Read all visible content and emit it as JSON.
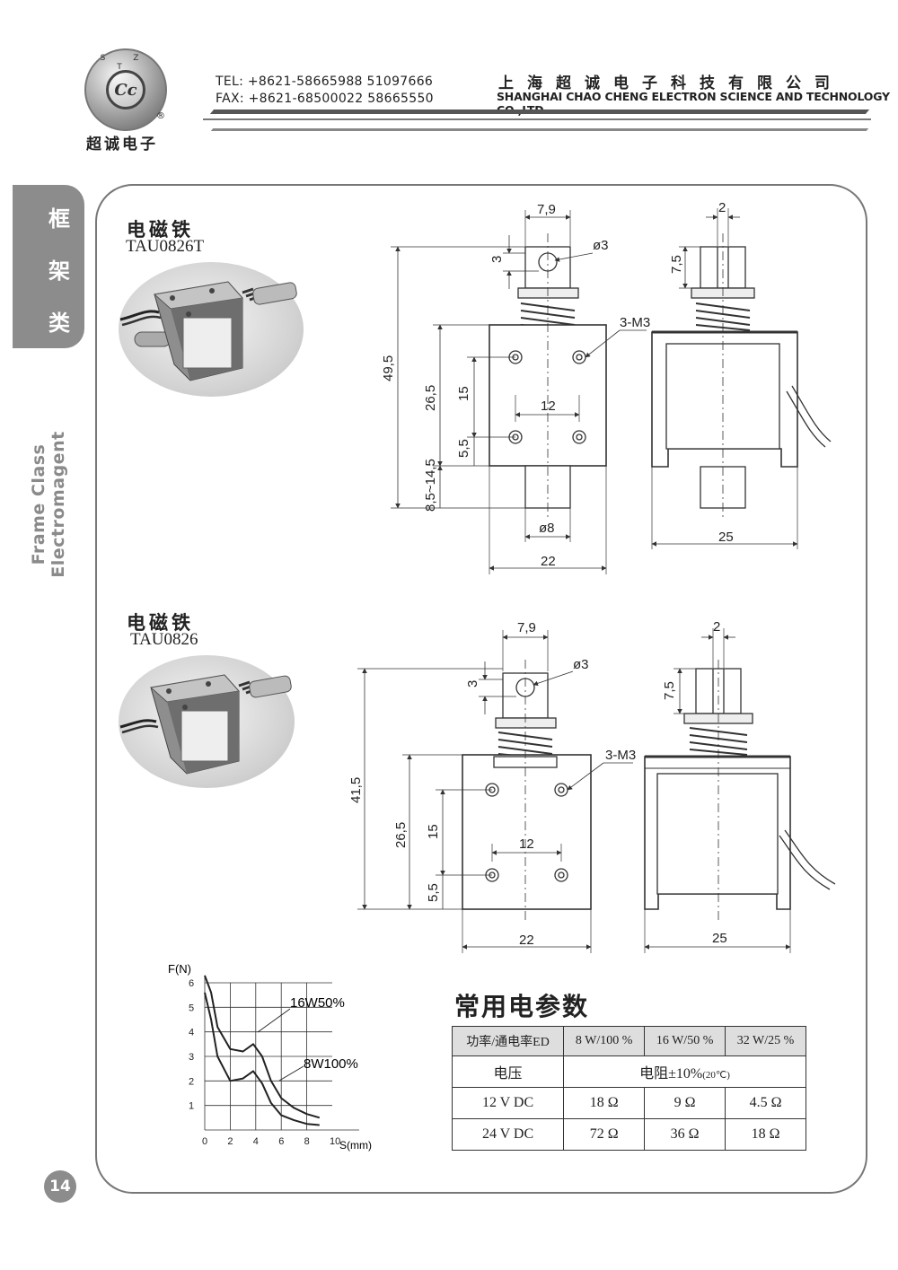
{
  "header": {
    "logo_letters": "S Z T",
    "logo_monogram": "Cc",
    "registered_mark": "®",
    "brand_cn": "超诚电子",
    "tel": "TEL: +8621-58665988  51097666",
    "fax": "FAX: +8621-68500022  58665550",
    "company_cn": "上海超诚电子科技有限公司",
    "company_en": "SHANGHAI CHAO CHENG ELECTRON SCIENCE AND TECHNOLOGY CO.,LTD."
  },
  "side_tab": {
    "chars": [
      "框",
      "架",
      "类"
    ],
    "vertical_label": "Frame Class Electromagent"
  },
  "page_number": "14",
  "products": [
    {
      "title": "电磁铁",
      "model": "TAU0826T",
      "dims": {
        "pin_width": "7,9",
        "hole_dia": "ø3",
        "hole_offset": "3",
        "total_height": "49,5",
        "body_height": "26,5",
        "hole_spacing_v": "15",
        "hole_bottom": "5,5",
        "stroke": "8,5~14,5",
        "hole_spacing_h": "12",
        "plunger_dia": "ø8",
        "body_width": "22",
        "screw": "3-M3",
        "slot": "2",
        "slot_depth": "7,5",
        "side_width": "25"
      }
    },
    {
      "title": "电磁铁",
      "model": "TAU0826",
      "dims": {
        "pin_width": "7,9",
        "hole_dia": "ø3",
        "hole_offset": "3",
        "total_height": "41,5",
        "body_height": "26,5",
        "hole_spacing_v": "15",
        "hole_bottom": "5,5",
        "hole_spacing_h": "12",
        "body_width": "22",
        "screw": "3-M3",
        "slot": "2",
        "slot_depth": "7,5",
        "side_width": "25"
      }
    }
  ],
  "force_chart": {
    "chart_data": {
      "type": "line",
      "ylabel": "F(N)",
      "xlabel": "S(mm)",
      "x_ticks": [
        "0",
        "2",
        "4",
        "6",
        "8",
        "10"
      ],
      "y_ticks": [
        "1",
        "2",
        "3",
        "4",
        "5",
        "6"
      ],
      "xlim": [
        0,
        10
      ],
      "ylim": [
        0,
        6
      ],
      "series": [
        {
          "name": "16W50%",
          "x": [
            0,
            0.5,
            1,
            2,
            3,
            3.8,
            4.5,
            5.2,
            6,
            7,
            8,
            9
          ],
          "y": [
            6.3,
            5.6,
            4.2,
            3.3,
            3.2,
            3.5,
            3.0,
            2.0,
            1.3,
            0.9,
            0.65,
            0.5
          ]
        },
        {
          "name": "8W100%",
          "x": [
            0,
            0.5,
            1,
            2,
            3,
            3.8,
            4.5,
            5.2,
            6,
            7,
            8,
            9
          ],
          "y": [
            5.6,
            4.5,
            3.0,
            2.0,
            2.1,
            2.4,
            1.9,
            1.1,
            0.6,
            0.4,
            0.25,
            0.2
          ]
        }
      ]
    }
  },
  "params": {
    "title": "常用电参数",
    "header": [
      "功率/通电率ED",
      "8 W/100 %",
      "16 W/50 %",
      "32 W/25 %"
    ],
    "voltage_label": "电压",
    "resistance_label": "电阻±10%",
    "resistance_note": "(20℃)",
    "rows": [
      {
        "voltage": "12 V DC",
        "values": [
          "18 Ω",
          "9 Ω",
          "4.5 Ω"
        ]
      },
      {
        "voltage": "24 V DC",
        "values": [
          "72 Ω",
          "36 Ω",
          "18 Ω"
        ]
      }
    ]
  }
}
